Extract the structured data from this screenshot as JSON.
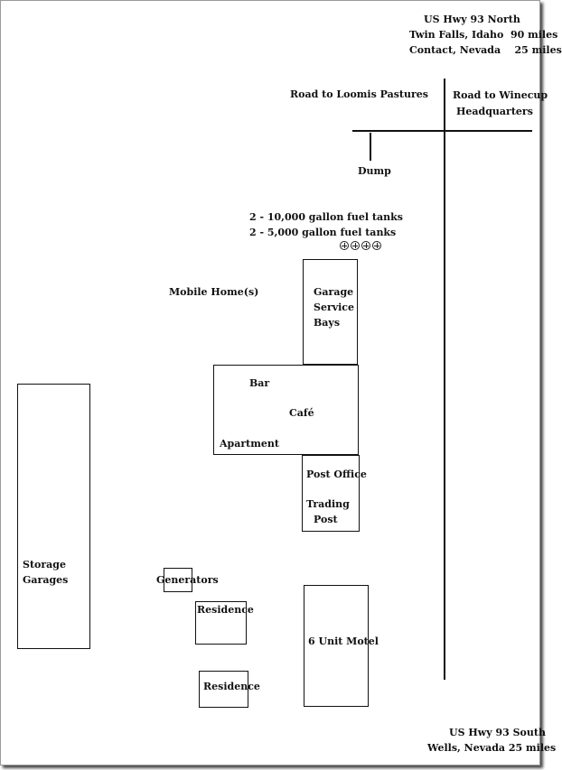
{
  "highway_north": {
    "name": "US Hwy 93 North",
    "line1": "Twin Falls, Idaho  90 miles",
    "line2": "Contact, Nevada    25 miles"
  },
  "highway_south": {
    "name": "US Hwy 93 South",
    "line1": "Wells, Nevada  25 miles"
  },
  "roads": {
    "loomis": "Road to Loomis Pastures",
    "winecup_line1": "Road to Winecup",
    "winecup_line2": "Headquarters"
  },
  "labels": {
    "dump": "Dump",
    "fuel_line1": "2 - 10,000 gallon fuel tanks",
    "fuel_line2": "2 - 5,000 gallon fuel tanks",
    "mobile_homes": "Mobile Home(s)",
    "generators": "Generators"
  },
  "fuel_tank_count": 4,
  "buildings": {
    "garage_line1": "Garage",
    "garage_line2": "Service",
    "garage_line3": "Bays",
    "bar": "Bar",
    "cafe": "Café",
    "apartment": "Apartment",
    "post_office": "Post Office",
    "trading_line1": "Trading",
    "trading_line2": "Post",
    "storage_line1": "Storage",
    "storage_line2": "Garages",
    "residence_1": "Residence",
    "residence_2": "Residence",
    "motel": "6 Unit Motel"
  }
}
